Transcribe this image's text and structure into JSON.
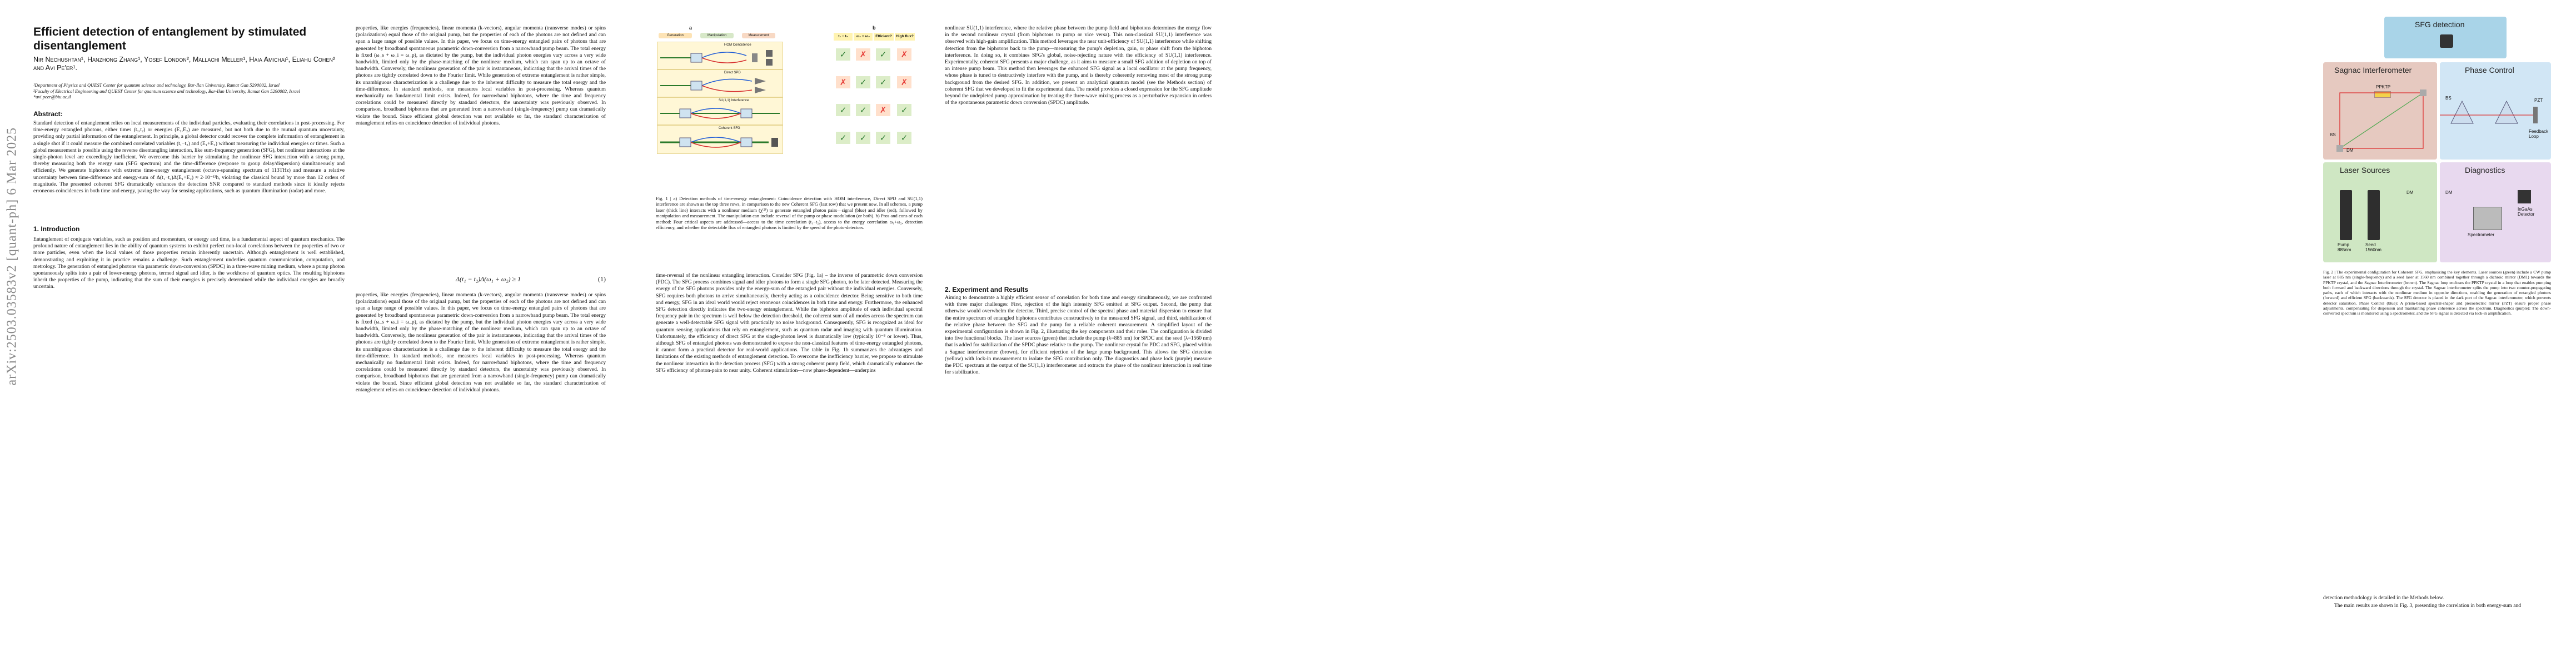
{
  "arxiv_id": "arXiv:2503.03583v2  [quant-ph]  6 Mar 2025",
  "title": "Efficient detection of entanglement by stimulated disentanglement",
  "authors": "Nir Nechushtan¹, Hanzhong Zhang¹, Yosef London², Mallachi Meller¹, Haia Amichai¹, Eliahu Cohen² and Avi Pe'er¹.",
  "affiliations": [
    "¹Department of Physics and QUEST Center for quantum science and technology, Bar-Ilan University, Ramat Gan 5290002, Israel",
    "²Faculty of Electrical Engineering and QUEST Center for quantum science and technology, Bar-Ilan University, Ramat Gan 5290002, Israel",
    "*avi.peer@biu.ac.il"
  ],
  "abstract_heading": "Abstract:",
  "abstract_text": "Standard detection of entanglement relies on local measurements of the individual particles, evaluating their correlations in post-processing. For time-energy entangled photons, either times (t₁,t₂) or energies (E₁,E₂) are measured, but not both due to the mutual quantum uncertainty, providing only partial information of the entanglement. In principle, a global detector could recover the complete information of entanglement in a single shot if it could measure the combined correlated variables (t₁−t₂) and (E₁+E₂) without measuring the individual energies or times. Such a global measurement is possible using the reverse disentangling interaction, like sum-frequency generation (SFG), but nonlinear interactions at the single-photon level are exceedingly inefficient. We overcome this barrier by stimulating the nonlinear SFG interaction with a strong pump, thereby measuring both the energy sum (SFG spectrum) and the time-difference (response to group delay/dispersion) simultaneously and efficiently. We generate biphotons with extreme time-energy entanglement (octave-spanning spectrum of 113THz) and measure a relative uncertainty between time-difference and energy-sum of Δ(t₁−t₂)Δ(E₁+E₂) ≈ 2·10⁻¹³h, violating the classical bound by more than 12 orders of magnitude. The presented coherent SFG dramatically enhances the detection SNR compared to standard methods since it ideally rejects erroneous coincidences in both time and energy, paving the way for sensing applications, such as quantum illumination (radar) and more.",
  "intro_heading": "1.   Introduction",
  "intro_text": "Entanglement of conjugate variables, such as position and momentum, or energy and time, is a fundamental aspect of quantum mechanics. The profound nature of entanglement lies in the ability of quantum systems to exhibit perfect non-local correlations between the properties of two or more particles, even when the local values of those properties remain inherently uncertain. Although entanglement is well established, demonstrating and exploiting it in practice remains a challenge. Such entanglement underlies quantum communication, computation, and metrology. The generation of entangled photons via parametric down-conversion (SPDC) in a three-wave mixing medium, where a pump photon spontaneously splits into a pair of lower-energy photons, termed signal and idler, is the workhorse of quantum optics. The resulting biphotons inherit the properties of the pump, indicating that the sum of their energies is precisely determined while the individual energies are broadly uncertain.",
  "col2_text": "properties, like energies (frequencies), linear momenta (k-vectors), angular momenta (transverse modes) or spins (polarizations) equal those of the original pump, but the properties of each of the photons are not defined and can span a large range of possible values. In this paper, we focus on time-energy entangled pairs of photons that are generated by broadband spontaneous parametric down-conversion from a narrowband pump beam. The total energy is fixed (ω_s + ω_i = ω_p), as dictated by the pump, but the individual photon energies vary across a very wide bandwidth, limited only by the phase-matching of the nonlinear medium, which can span up to an octave of bandwidth. Conversely, the nonlinear generation of the pair is instantaneous, indicating that the arrival times of the photons are tightly correlated down to the Fourier limit. While generation of extreme entanglement is rather simple, its unambiguous characterization is a challenge due to the inherent difficulty to measure the total energy and the time-difference. In standard methods, one measures local variables in post-processing. Whereas quantum mechanically no fundamental limit exists. Indeed, for narrowband biphotons, where the time and frequency correlations could be measured directly by standard detectors, the uncertainty was previously observed. In comparison, broadband biphotons that are generated from a narrowband (single-frequency) pump can dramatically violate the bound. Since efficient global detection was not available so far, the standard characterization of entanglement relies on coincidence detection of individual photons.",
  "equation": "Δ(t₁ − t₂)Δ(ω₁ + ω₂) ≥ 1",
  "equation_number": "(1)",
  "figure1": {
    "panel_a": "a",
    "panel_b": "b",
    "generation_label": "Generation",
    "manipulation_label": "Manipulation",
    "measurement_label": "Measurement",
    "rows": [
      "HOM Coincidence",
      "Direct SPD",
      "SU(1,1) Interference",
      "Coherent SFG"
    ],
    "table_headers": [
      "t₁ − t₂",
      "ω₁ + ω₂",
      "Efficient?",
      "High flux?"
    ],
    "table": [
      [
        "✓",
        "✗",
        "✓",
        "✗"
      ],
      [
        "✗",
        "✓",
        "✓",
        "✗"
      ],
      [
        "✓",
        "✓",
        "✗",
        "✓"
      ],
      [
        "✓",
        "✓",
        "✓",
        "✓"
      ]
    ],
    "colors": {
      "green": "#9ccc65",
      "red": "#e53935",
      "check": "#2e7d32",
      "yellow": "#fff3b0",
      "orange": "#ffcc80",
      "tan": "#f0e0c0"
    },
    "caption": "Fig. 1 | a) Detection methods of time-energy entanglement: Coincidence detection with HOM interference, Direct SPD and SU(1,1) interference are shown as the top three rows, in comparison to the new Coherent SFG (last row) that we present now. In all schemes, a pump laser (thick line) interacts with a nonlinear medium (χ⁽²⁾) to generate entangled photon pairs—signal (blue) and idler (red), followed by manipulation and measurement. The manipulation can include reversal of the pump or phase modulation (or both). b) Pros and cons of each method: Four critical aspects are addressed—access to the time correlation (t₁−t₂), access to the energy correlation ω₁+ω₂, detection efficiency, and whether the detectable flux of entangled photons is limited by the speed of the photo-detectors."
  },
  "col3_text": "time-reversal of the nonlinear entangling interaction. Consider SFG (Fig. 1a) – the inverse of parametric down conversion (PDC). The SFG process combines signal and idler photons to form a single SFG photon, to be later detected. Measuring the energy of the SFG photons provides only the energy-sum of the entangled pair without the individual energies. Conversely, SFG requires both photons to arrive simultaneously, thereby acting as a coincidence detector. Being sensitive to both time and energy, SFG in an ideal world would reject erroneous coincidences in both time and energy. Furthermore, the enhanced SFG detection directly indicates the two-energy entanglement. While the biphoton amplitude of each individual spectral frequency pair in the spectrum is well below the detection threshold, the coherent sum of all modes across the spectrum can generate a well-detectable SFG signal with practically no noise background. Consequently, SFG is recognized as ideal for quantum sensing applications that rely on entanglement, such as quantum radar and imaging with quantum illumination. Unfortunately, the efficiency of direct SFG at the single-photon level is dramatically low (typically 10⁻⁸ or lower). Thus, although SFG of entangled photons was demonstrated to expose the non-classical features of time-energy entangled photons, it cannot form a practical detector for real-world applications. The table in Fig. 1b summarizes the advantages and limitations of the existing methods of entanglement detection. To overcome the inefficiency barrier, we propose to stimulate the nonlinear interaction in the detection process (SFG) with a strong coherent pump field, which dramatically enhances the SFG efficiency of photon-pairs to near unity. Coherent stimulation—now phase-dependent—underpins",
  "col4_text": "nonlinear SU(1,1) interference, where the relative phase between the pump field and biphotons determines the energy flow in the second nonlinear crystal (from biphotons to pump or vice versa). This non-classical SU(1,1) interference was observed with high-gain amplification. This method leverages the near unit-efficiency of SU(1,1) interference while shifting detection from the biphotons back to the pump—measuring the pump's depletion, gain, or phase shift from the biphoton interference. In doing so, it combines SFG's global, noise-rejecting nature with the efficiency of SU(1,1) interference. Experimentally, coherent SFG presents a major challenge, as it aims to measure a small SFG addition of depletion on top of an intense pump beam. This method then leverages the enhanced SFG signal as a local oscillator at the pump frequency, whose phase is tuned to destructively interfere with the pump, and is thereby coherently removing most of the strong pump background from the desired SFG. In addition, we present an analytical quantum model (see the Methods section) of coherent SFG that we developed to fit the experimental data. The model provides a closed expression for the SFG amplitude beyond the undepleted pump approximation by treating the three-wave mixing process as a perturbative expansion in orders of the spontaneous parametric down conversion (SPDC) amplitude.",
  "exp_heading": "2.   Experiment and Results",
  "col4_text_b": "Aiming to demonstrate a highly efficient sensor of correlation for both time and energy simultaneously, we are confronted with three major challenges: First, rejection of the high intensity SFG emitted at SFG output. Second, the pump that otherwise would overwhelm the detector. Third, precise control of the spectral phase and material dispersion to ensure that the entire spectrum of entangled biphotons contributes constructively to the measured SFG signal, and third, stabilization of the relative phase between the SFG and the pump for a reliable coherent measurement. A simplified layout of the experimental configuration is shown in Fig. 2, illustrating the key components and their roles. The configuration is divided into five functional blocks. The laser sources (green) that include the pump (λ=885 nm) for SPDC and the seed (λ=1560 nm) that is added for stabilization of the SPDC phase relative to the pump. The nonlinear crystal for PDC and SFG, placed within a Sagnac interferometer (brown), for efficient rejection of the large pump background. This allows the SFG detection (yellow) with lock-in measurement to isolate the SFG contribution only. The diagnostics and phase lock (purple) measure the PDC spectrum at the output of the SU(1,1) interferometer and extracts the phase of the nonlinear interaction in real time for stabilization.",
  "figure2": {
    "sfg_detection": "SFG detection",
    "sagnac": "Sagnac Interferometer",
    "phase_control": "Phase Control",
    "laser_sources": "Laser Sources",
    "diagnostics": "Diagnostics",
    "pump_label": "Pump\n885nm",
    "seed_label": "Seed\n1560nm",
    "ppktp": "PPKTP",
    "pzt": "PZT",
    "feedback": "Feedback\nLoop",
    "spectrometer": "Spectrometer",
    "detector": "InGaAs\nDetector",
    "labels_dm": "DM",
    "labels_bs": "BS",
    "colors": {
      "sfg": "#a9d4e8",
      "sagnac": "#e6c9c0",
      "phase": "#d1e6f5",
      "laser": "#cfe7c3",
      "diag": "#e8d9ef"
    },
    "caption": "Fig. 2 | The experimental configuration for Coherent SFG, emphasizing the key elements. Laser sources (green) include a CW pump laser at 885 nm (single-frequency) and a seed laser at 1560 nm combined together through a dichroic mirror (DM1) towards the PPKTP crystal, and the Sagnac Interferometer (brown). The Sagnac loop encloses the PPKTP crystal in a loop that enables pumping both forward and backward directions through the crystal. The Sagnac interferometer splits the pump into two counter-propagating paths, each of which interacts with the nonlinear medium in opposite directions, enabling the generation of entangled photons (forward) and efficient SFG (backwards). The SFG detector is placed in the dark port of the Sagnac interferometer, which prevents detector saturation. Phase Control (blue): A prism-based spectral-shaper and piezoelectric mirror (PZT) ensure proper phase adjustments, compensating for dispersion and maintaining phase coherence across the spectrum. Diagnostics (purple): The down-converted spectrum is monitored using a spectrometer, and the SFG signal is detected via lock-in amplification.",
    "bottom_text": "detection methodology is detailed in the Methods below.",
    "bottom_text2": "The main results are shown in Fig. 3, presenting the correlation in both energy-sum and"
  }
}
